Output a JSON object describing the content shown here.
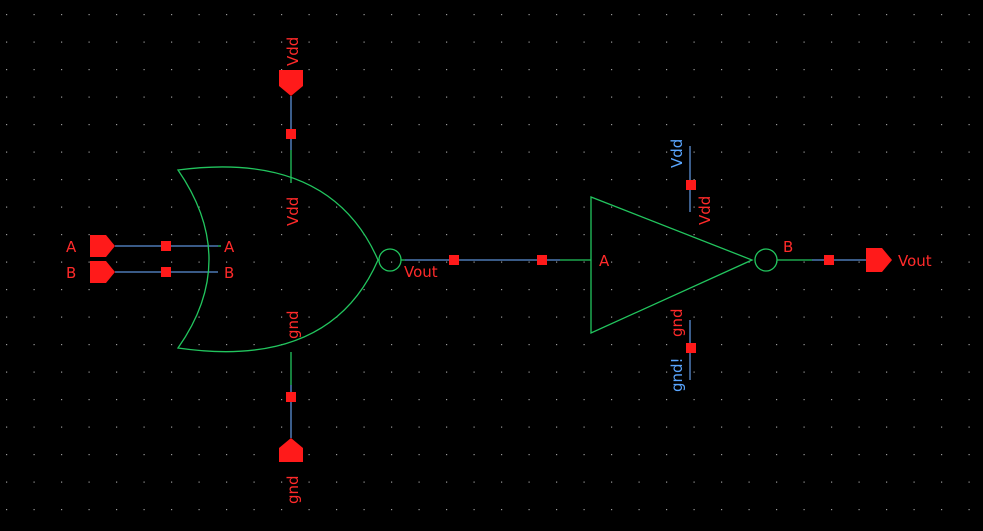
{
  "colors": {
    "background": "#000000",
    "gate": "#22c55e",
    "wire": "#5b8fd6",
    "pin": "#ff1a1a",
    "label_red": "#ff2a2a",
    "label_blue": "#5aa6ff",
    "grid_dot": "#9a9a9a"
  },
  "pins": {
    "in_a": "A",
    "in_b": "B",
    "vdd_top": "Vdd",
    "gnd_bottom": "gnd",
    "out": "Vout"
  },
  "nor_gate": {
    "pin_a": "A",
    "pin_b": "B",
    "pin_vdd": "Vdd",
    "pin_gnd": "gnd",
    "pin_out": "Vout"
  },
  "inverter": {
    "pin_in": "A",
    "pin_out": "B",
    "pin_vdd": "Vdd",
    "pin_gnd": "gnd",
    "global_vdd": "Vdd",
    "global_gnd": "gnd!"
  }
}
